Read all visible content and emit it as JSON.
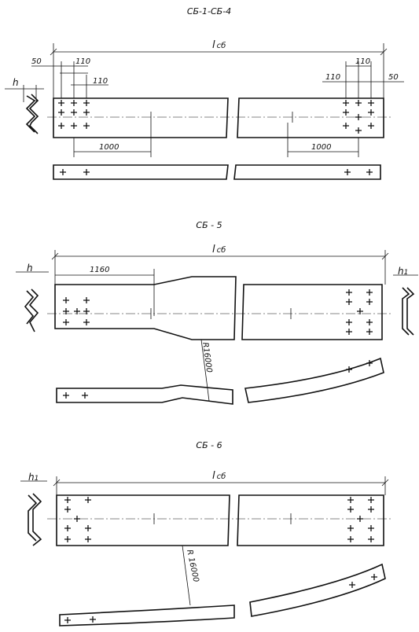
{
  "sections": [
    {
      "title": "СБ-1-СБ-4",
      "dims": {
        "total": "l",
        "total_sub": "сб",
        "edge_left": "50",
        "pitch_top_left": "110",
        "pitch_second_left": "110",
        "edge_right": "50",
        "pitch_top_right": "110",
        "pitch_second_right": "110",
        "to_center_left": "1000",
        "to_center_right": "1000",
        "height": "h"
      }
    },
    {
      "title": "СБ - 5",
      "dims": {
        "total": "l",
        "total_sub": "сб",
        "to_taper": "1160",
        "radius": "R16000",
        "height_left": "h",
        "height_right": "h",
        "height_right_sub": "1"
      }
    },
    {
      "title": "СБ - 6",
      "dims": {
        "total": "l",
        "total_sub": "сб",
        "radius": "R 16000",
        "height_left": "h",
        "height_left_sub": "1"
      }
    }
  ]
}
